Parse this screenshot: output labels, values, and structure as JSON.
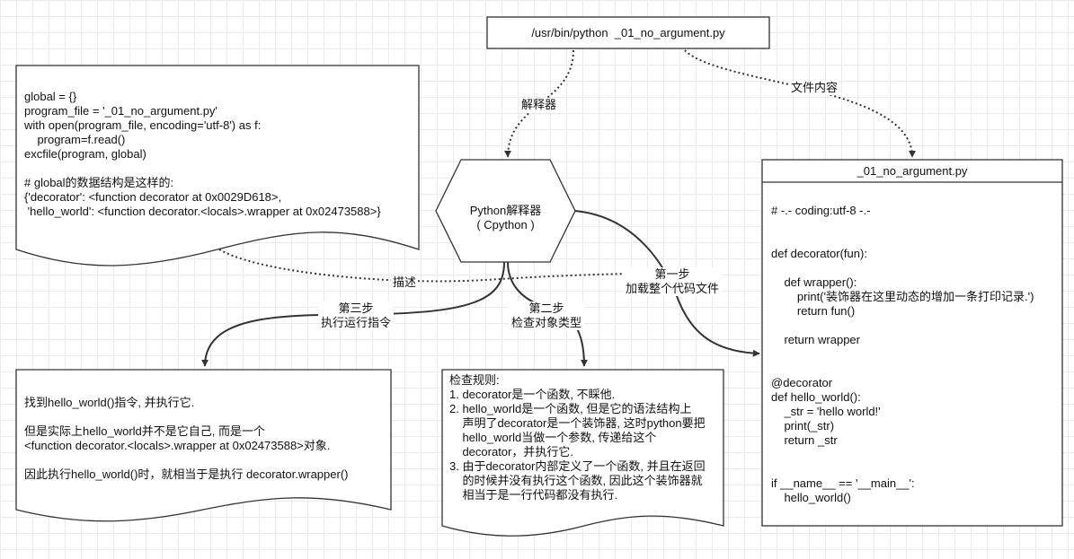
{
  "interpreter_path": "/usr/bin/python  _01_no_argument.py",
  "hexagon": {
    "line1": "Python解释器",
    "line2": "( Cpython )"
  },
  "file_box": {
    "title": "_01_no_argument.py",
    "code": "# -.- coding:utf-8 -.-\n\n\ndef decorator(fun):\n\n    def wrapper():\n        print('装饰器在这里动态的增加一条打印记录.')\n        return fun()\n\n    return wrapper\n\n\n@decorator\ndef hello_world():\n    _str = 'hello world!'\n    print(_str)\n    return _str\n\n\nif __name__ == '__main__':\n    hello_world()"
  },
  "global_doc": {
    "text": "global = {}\nprogram_file = '_01_no_argument.py'\nwith open(program_file, encoding='utf-8') as f:\n    program=f.read()\nexcfile(program, global)\n\n# global的数据结构是这样的:\n{'decorator': <function decorator at 0x0029D618>,\n 'hello_world': <function decorator.<locals>.wrapper at 0x02473588>}"
  },
  "exec_doc": {
    "text": "找到hello_world()指令, 并执行它.\n\n但是实际上hello_world并不是它自己, 而是一个\n<function decorator.<locals>.wrapper at 0x02473588>对象.\n\n因此执行hello_world()时，就相当于是执行 decorator.wrapper()"
  },
  "check_doc": {
    "title": "检查规则:",
    "rules": [
      "1. decorator是一个函数, 不睬他.",
      "2. hello_world是一个函数, 但是它的语法结构上\n    声明了decorator是一个装饰器, 这时python要把\n    hello_world当做一个参数, 传递给这个\n    decorator，并执行它.",
      "3. 由于decorator内部定义了一个函数, 并且在返回\n    的时候并没有执行这个函数, 因此这个装饰器就\n    相当于是一行代码都没有执行."
    ]
  },
  "edge_labels": {
    "interpreter": "解释器",
    "file_content": "文件内容",
    "describe": "描述",
    "step1": "第一步\n加载整个代码文件",
    "step2": "第二步\n检查对象类型",
    "step3": "第三步\n执行运行指令"
  }
}
